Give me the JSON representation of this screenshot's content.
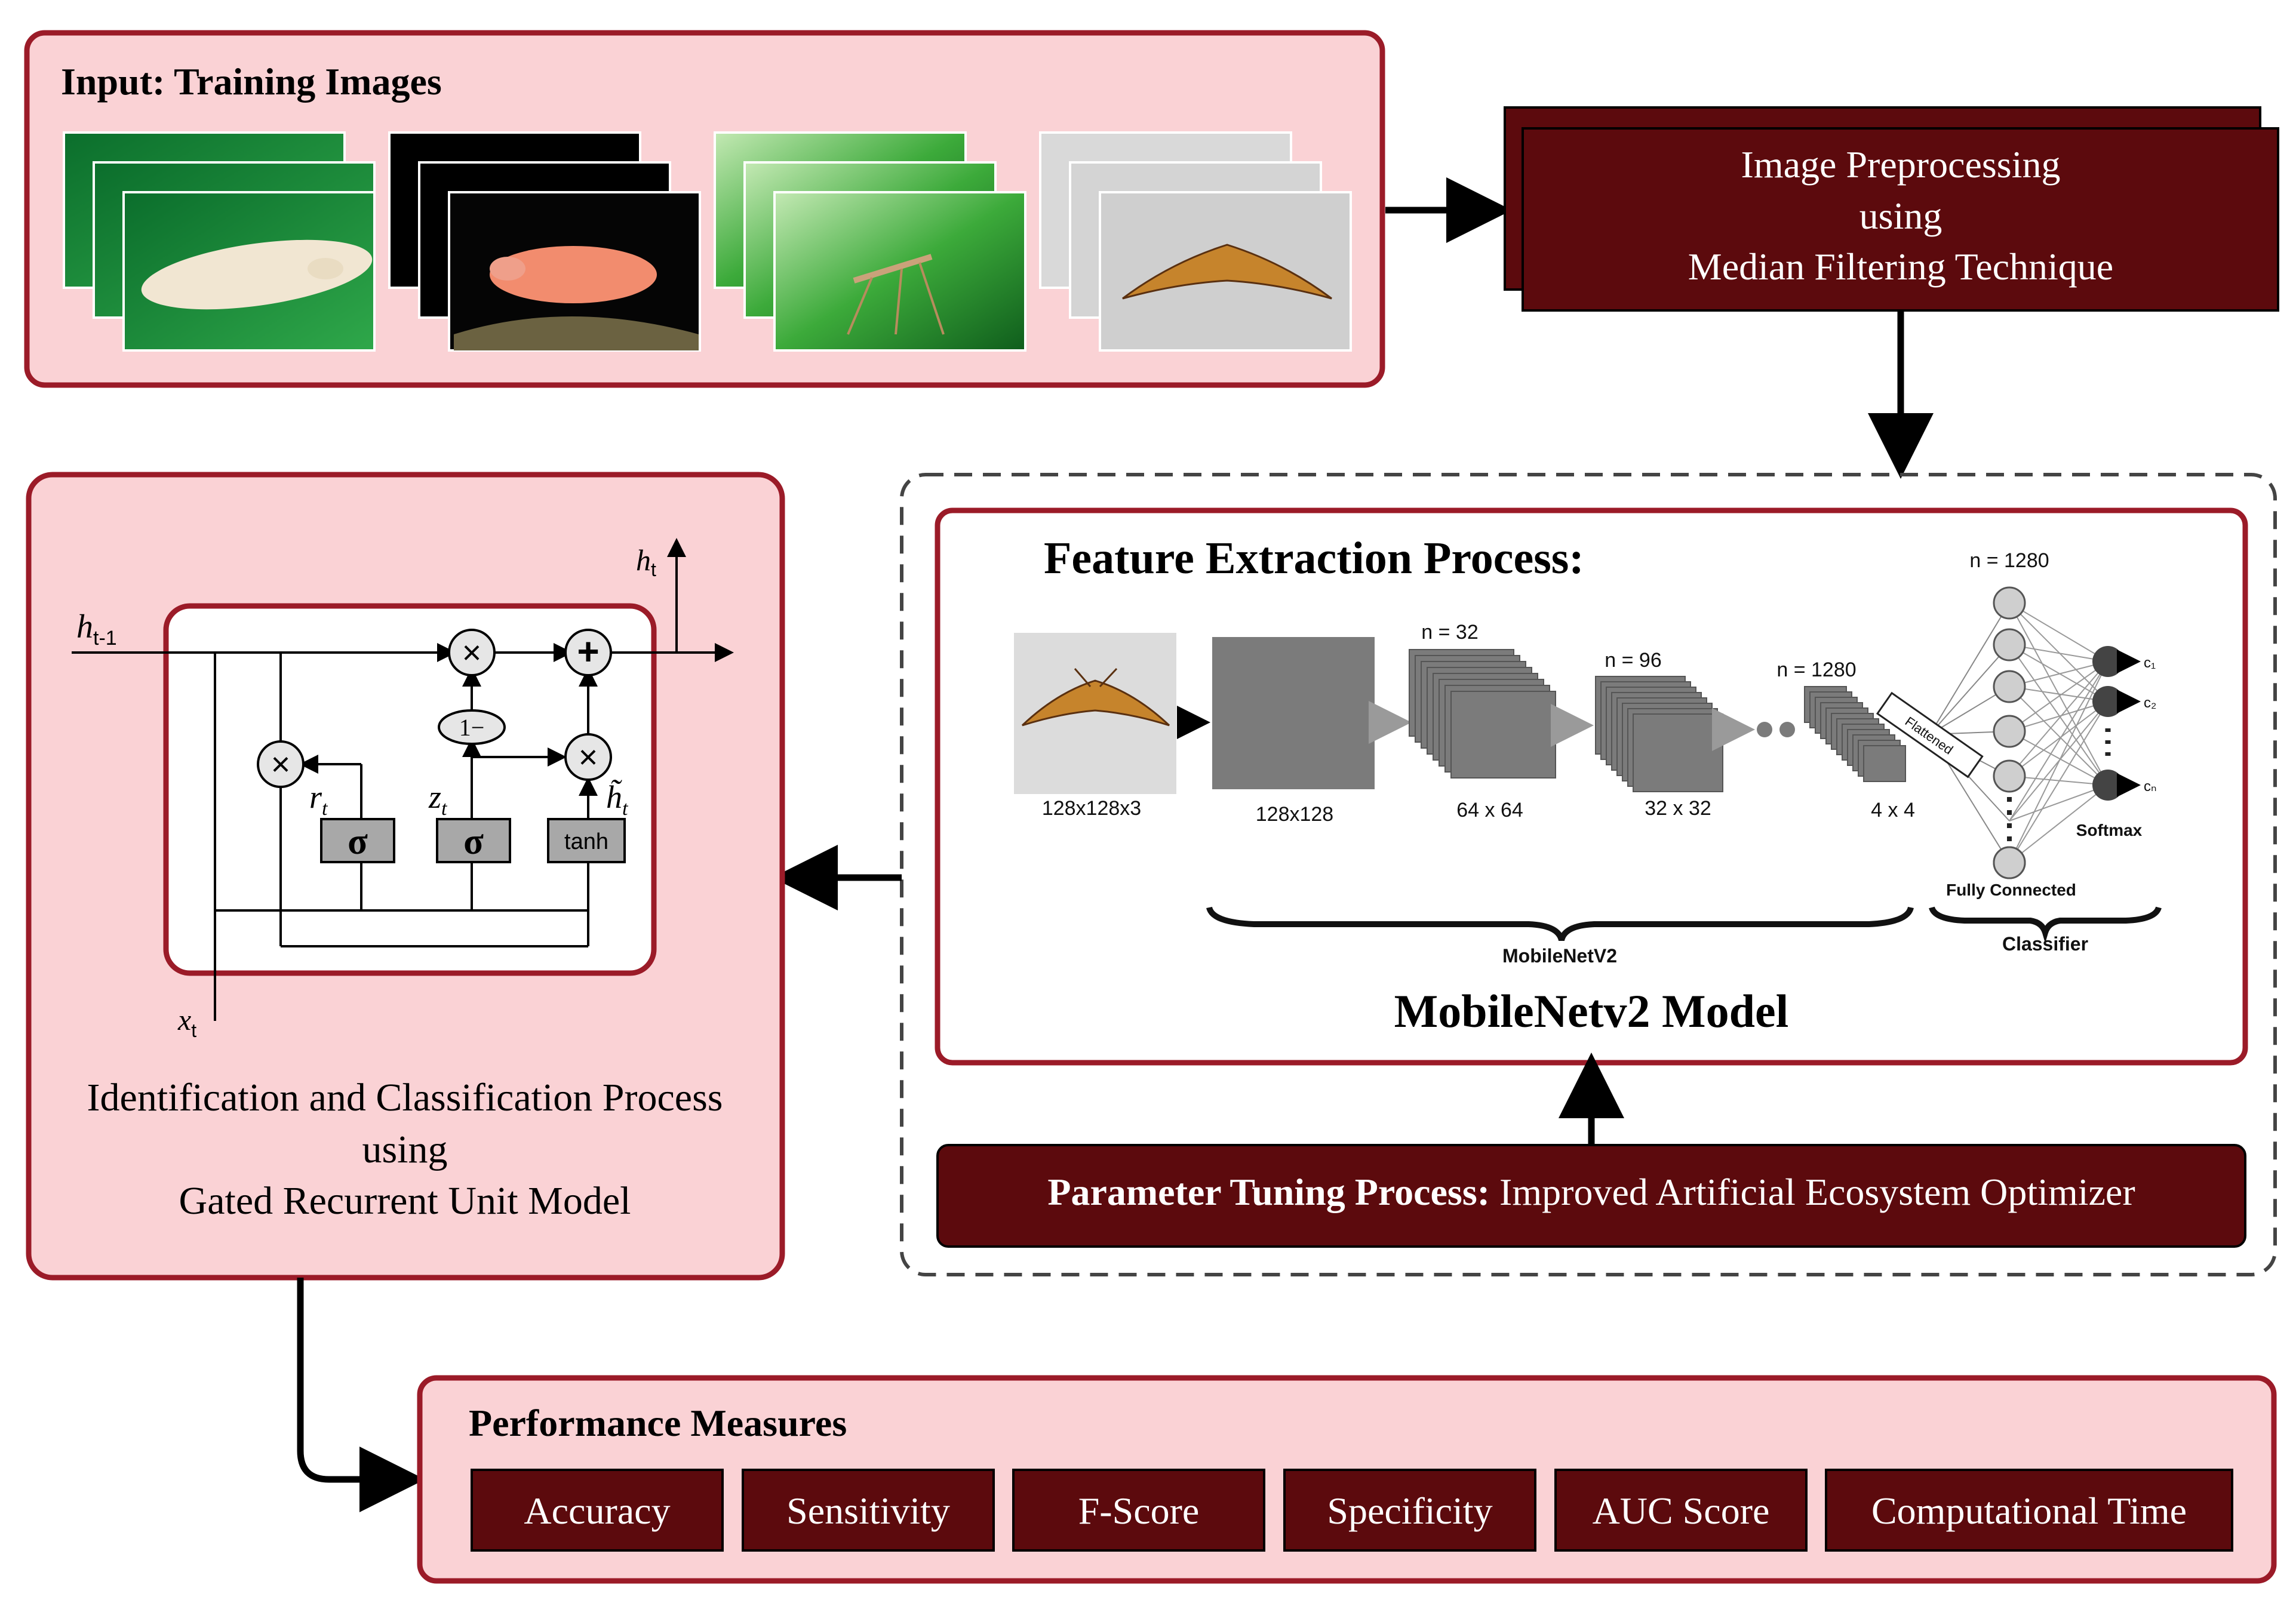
{
  "input": {
    "title": "Input: Training Images"
  },
  "preprocess": {
    "lines": [
      "Image Preprocessing",
      "using",
      "Median Filtering Technique"
    ]
  },
  "feature": {
    "title": "Feature Extraction Process:",
    "model_title": "MobileNetv2 Model",
    "input_size": "128x128x3",
    "layers": [
      {
        "n": "",
        "size": "128x128"
      },
      {
        "n": "n = 32",
        "size": "64 x 64"
      },
      {
        "n": "n = 96",
        "size": "32 x 32"
      },
      {
        "n": "n = 1280",
        "size": "4 x 4"
      }
    ],
    "classifier_n": "n = 1280",
    "flattened": "Flattened",
    "outputs": [
      "c₁",
      "c₂",
      "cₙ"
    ],
    "softmax": "Softmax",
    "fully_connected": "Fully Connected",
    "mobilenet_brace": "MobileNetV2",
    "classifier_brace": "Classifier"
  },
  "tuning": {
    "bold": "Parameter Tuning Process:",
    "rest": " Improved Artificial Ecosystem Optimizer"
  },
  "gru": {
    "h_prev": "h",
    "h_prev_sub": "t-1",
    "h_out": "h",
    "h_out_sub": "t",
    "x_in": "x",
    "x_in_sub": "t",
    "r_label": "r",
    "r_sub": "t",
    "z_label": "z",
    "z_sub": "t",
    "htilde": "h̃",
    "htilde_sub": "t",
    "sigma": "σ",
    "tanh": "tanh",
    "one_minus": "1−",
    "times": "×",
    "plus": "+"
  },
  "classification": {
    "lines": [
      "Identification and Classification Process",
      "using",
      "Gated Recurrent Unit Model"
    ]
  },
  "performance": {
    "title": "Performance Measures",
    "measures": [
      "Accuracy",
      "Sensitivity",
      "F-Score",
      "Specificity",
      "AUC Score",
      "Computational Time"
    ]
  },
  "colors": {
    "panel_fill": "#fad2d5",
    "panel_border": "#9b1b28",
    "dark_box": "#5c0a0d",
    "arrow": "#000000"
  }
}
